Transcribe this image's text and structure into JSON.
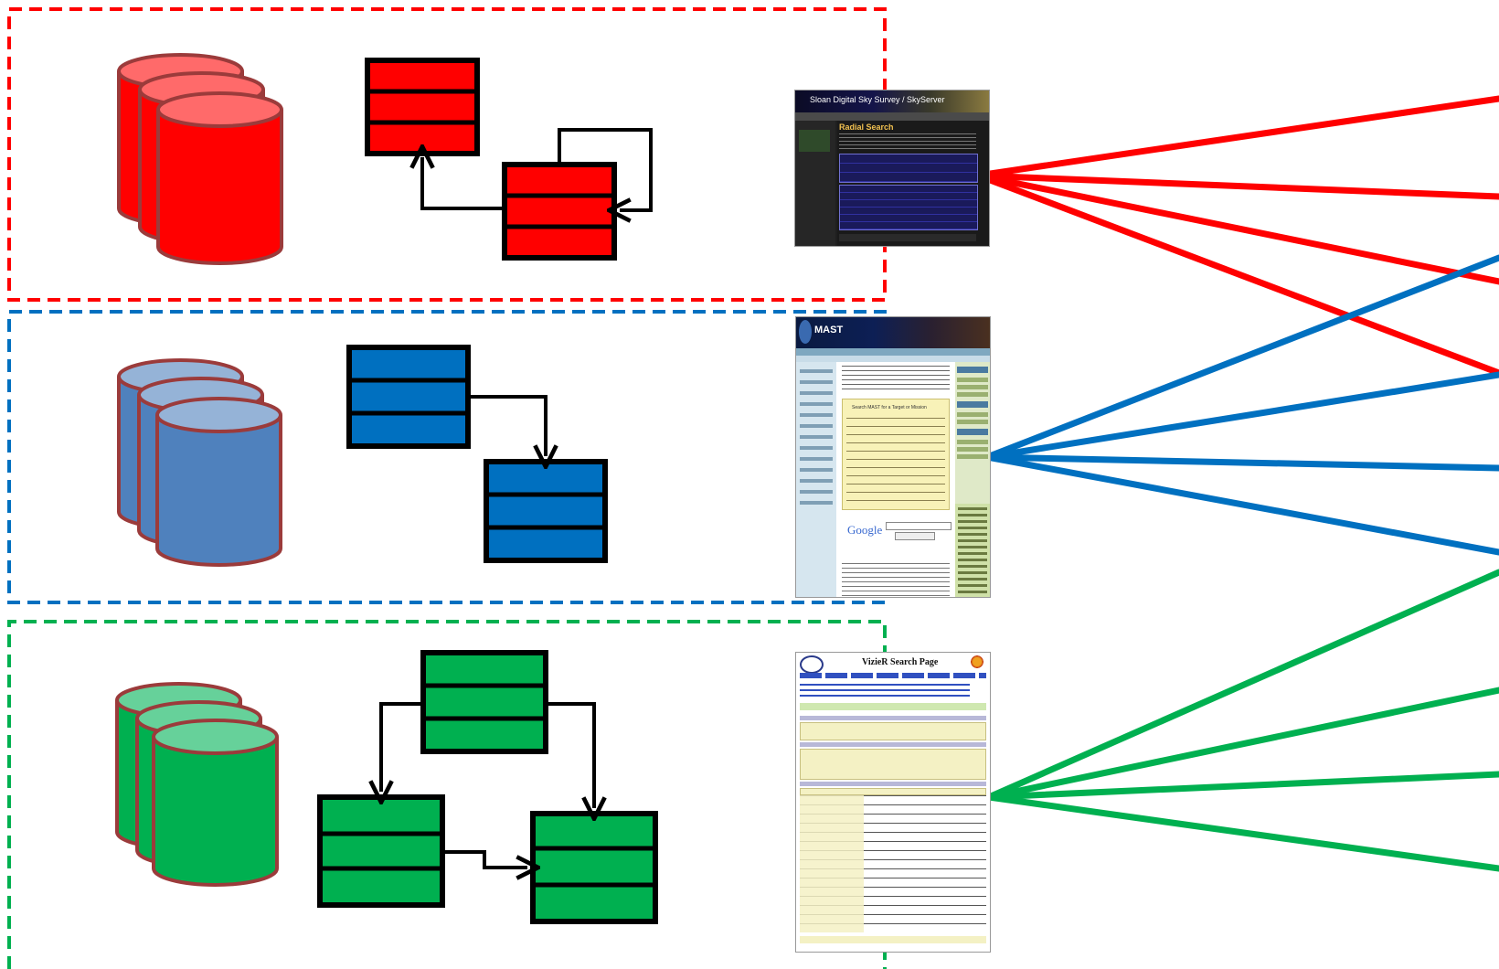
{
  "colors": {
    "red": "#ff0000",
    "blue": "#0070c0",
    "green": "#00b050",
    "cyl_red_top": "#ff6a6a",
    "cyl_blue_body": "#4f81bd",
    "cyl_blue_top": "#95b3d7",
    "cyl_green_top": "#66d19a",
    "cyl_outline": "#9b3b3b"
  },
  "screenshots": {
    "sdss": {
      "header": "Sloan Digital Sky Survey / SkyServer",
      "page_title": "Radial Search"
    },
    "mast": {
      "header": "MAST",
      "search_title": "Search MAST for a Target or Mission",
      "google": "Google"
    },
    "vizier": {
      "title": "VizieR Search Page"
    }
  },
  "icons": {
    "database": "cylinder-stack",
    "schema": "table-boxes-with-arrows"
  }
}
